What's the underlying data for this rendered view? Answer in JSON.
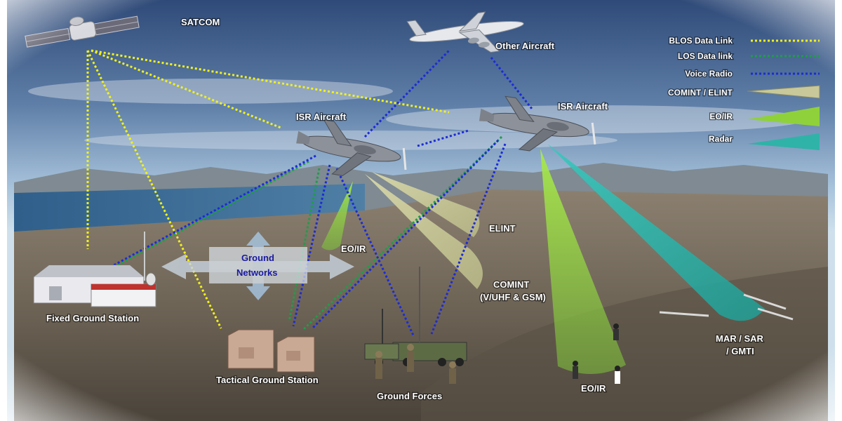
{
  "labels": {
    "satcom": "SATCOM",
    "other_aircraft": "Other Aircraft",
    "isr_aircraft_left": "ISR Aircraft",
    "isr_aircraft_right": "ISR Aircraft",
    "elint": "ELINT",
    "comint_line1": "COMINT",
    "comint_line2": "(V/UHF & GSM)",
    "eoir_left": "EO/IR",
    "eoir_right": "EO/IR",
    "mar_sar_line1": "MAR / SAR",
    "mar_sar_line2": "/ GMTI",
    "ground_networks_line1": "Ground",
    "ground_networks_line2": "Networks",
    "fixed_ground_station": "Fixed Ground Station",
    "tactical_ground_station": "Tactical Ground Station",
    "ground_forces": "Ground Forces"
  },
  "legend": [
    {
      "label": "BLOS Data Link",
      "kind": "line",
      "color": "#f2f21a"
    },
    {
      "label": "LOS Data link",
      "kind": "line",
      "color": "#1f9d4a"
    },
    {
      "label": "Voice Radio",
      "kind": "line",
      "color": "#1c2bd6"
    },
    {
      "label": "COMINT / ELINT",
      "kind": "beam",
      "color": "#c8c89a"
    },
    {
      "label": "EO/IR",
      "kind": "beam",
      "color": "#8fd13a"
    },
    {
      "label": "Radar",
      "kind": "beam",
      "color": "#2fb3a8"
    }
  ],
  "colors": {
    "blos": "#f2f21a",
    "los": "#1f9d4a",
    "voice": "#1c2bd6",
    "comint": "#c8c89a",
    "eoir": "#8fd13a",
    "radar": "#2fb3a8"
  }
}
